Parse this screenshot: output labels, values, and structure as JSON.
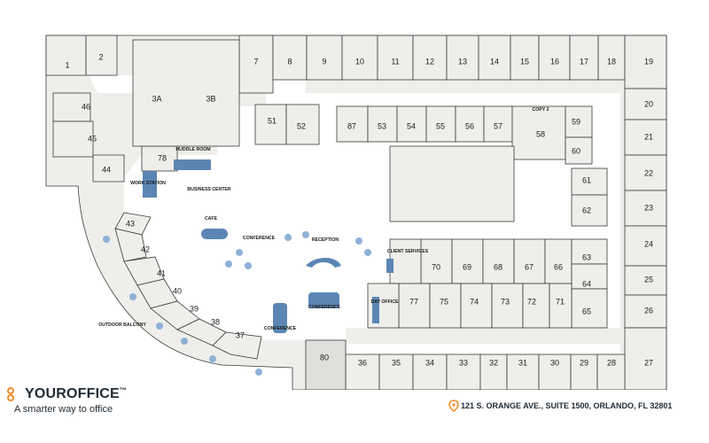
{
  "brand": {
    "name": "YOUROFFICE",
    "tm": "™",
    "tagline": "A smarter way to office",
    "accent": "#f28b2c"
  },
  "address": "121 S. ORANGE AVE., SUITE 1500, ORLANDO, FL 32801",
  "rooms_top": [
    "1",
    "2",
    "7",
    "8",
    "9",
    "10",
    "11",
    "12",
    "13",
    "14",
    "15",
    "16",
    "17",
    "18",
    "19"
  ],
  "rooms_right": [
    "20",
    "21",
    "22",
    "23",
    "24",
    "25",
    "26",
    "27"
  ],
  "rooms_bottom": [
    "36",
    "35",
    "34",
    "33",
    "32",
    "31",
    "30",
    "29",
    "28"
  ],
  "rooms_center_top": [
    "87",
    "53",
    "54",
    "55",
    "56",
    "57",
    "58",
    "59",
    "60",
    "61",
    "62"
  ],
  "rooms_center_mid": [
    "70",
    "69",
    "68",
    "67",
    "66",
    "63",
    "64",
    "65"
  ],
  "rooms_center_bot": [
    "77",
    "75",
    "74",
    "73",
    "72",
    "71"
  ],
  "rooms_west": [
    "46",
    "45",
    "44",
    "43",
    "42",
    "41",
    "40",
    "39",
    "38",
    "37",
    "51",
    "52",
    "78",
    "80"
  ],
  "rooms_pods": [
    "3A",
    "3B"
  ],
  "labels": {
    "copy": "COPY 2",
    "huddle": "HUDDLE ROOM",
    "work_station": "WORK STATION",
    "business_center": "BUSINESS CENTER",
    "cafe": "CAFE",
    "conference1": "CONFERENCE",
    "conference2": "CONFERENCE",
    "conference3": "CONFERENCE",
    "reception": "RECEPTION",
    "client_services": "CLIENT SERVICES",
    "day_office": "DAY OFFICE",
    "outdoor_balcony": "OUTDOOR BALCONY"
  },
  "colors": {
    "room_fill": "#efeeea",
    "wall": "#3a3a3a",
    "furniture_blue": "#5b86b3",
    "text": "#1c1c1c"
  }
}
